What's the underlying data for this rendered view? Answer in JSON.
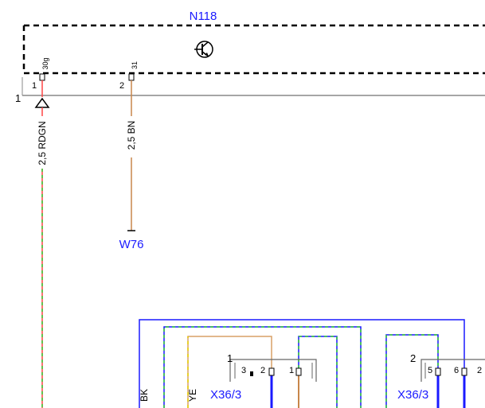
{
  "diagram": {
    "module_name": "N118",
    "module_symbol": "transistor-icon",
    "bus_ref": "1",
    "pins": [
      {
        "number": "1",
        "terminal": "30g"
      },
      {
        "number": "2",
        "terminal": "31"
      }
    ],
    "wires": [
      {
        "label": "2,5 RDGN",
        "colors": [
          "#ff4444",
          "#33cc33"
        ]
      },
      {
        "label": "2,5 BN",
        "colors": [
          "#c8864a"
        ]
      }
    ],
    "ground_ref": "W76",
    "connectors": [
      {
        "ref_number": "1",
        "name": "X36/3",
        "pins": [
          "3",
          "2",
          "1"
        ]
      },
      {
        "ref_number": "2",
        "name": "X36/3",
        "pins": [
          "5",
          "6",
          "2"
        ]
      }
    ],
    "bottom_wire_labels": [
      "BK",
      "YE"
    ],
    "colors": {
      "label_blue": "#1a1aff",
      "red": "#ff4444",
      "green": "#33cc33",
      "brown": "#c8864a",
      "blue": "#1a1aff",
      "yellow": "#e6d200",
      "tan": "#d9a066",
      "bus_gray": "#888888"
    }
  }
}
